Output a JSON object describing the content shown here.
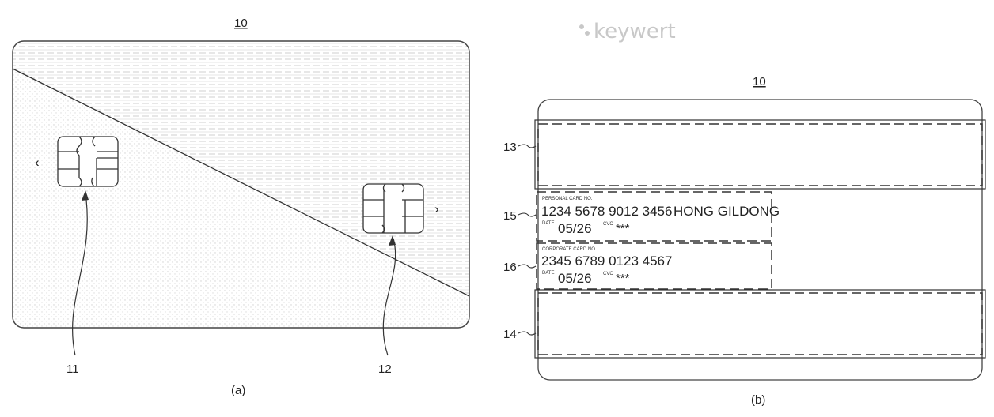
{
  "watermark": "keywert",
  "figure_a": {
    "ref": "10",
    "chip_left_label": "11",
    "chip_right_label": "12",
    "caption": "(a)",
    "left_chevron_icon": "chevron-left-icon",
    "right_chevron_icon": "chevron-right-icon"
  },
  "figure_b": {
    "ref": "10",
    "caption": "(b)",
    "region_labels": {
      "top": "13",
      "bottom": "14",
      "personal": "15",
      "corporate": "16"
    },
    "personal_card": {
      "title": "PERSONAL CARD NO.",
      "number": "1234 5678 9012 3456",
      "name": "HONG GILDONG",
      "date_label": "DATE",
      "date": "05/26",
      "cvc_label": "CVC",
      "cvc": "***"
    },
    "corporate_card": {
      "title": "CORPORATE CARD NO.",
      "number": "2345 6789 0123 4567",
      "date_label": "DATE",
      "date": "05/26",
      "cvc_label": "CVC",
      "cvc": "***"
    }
  }
}
